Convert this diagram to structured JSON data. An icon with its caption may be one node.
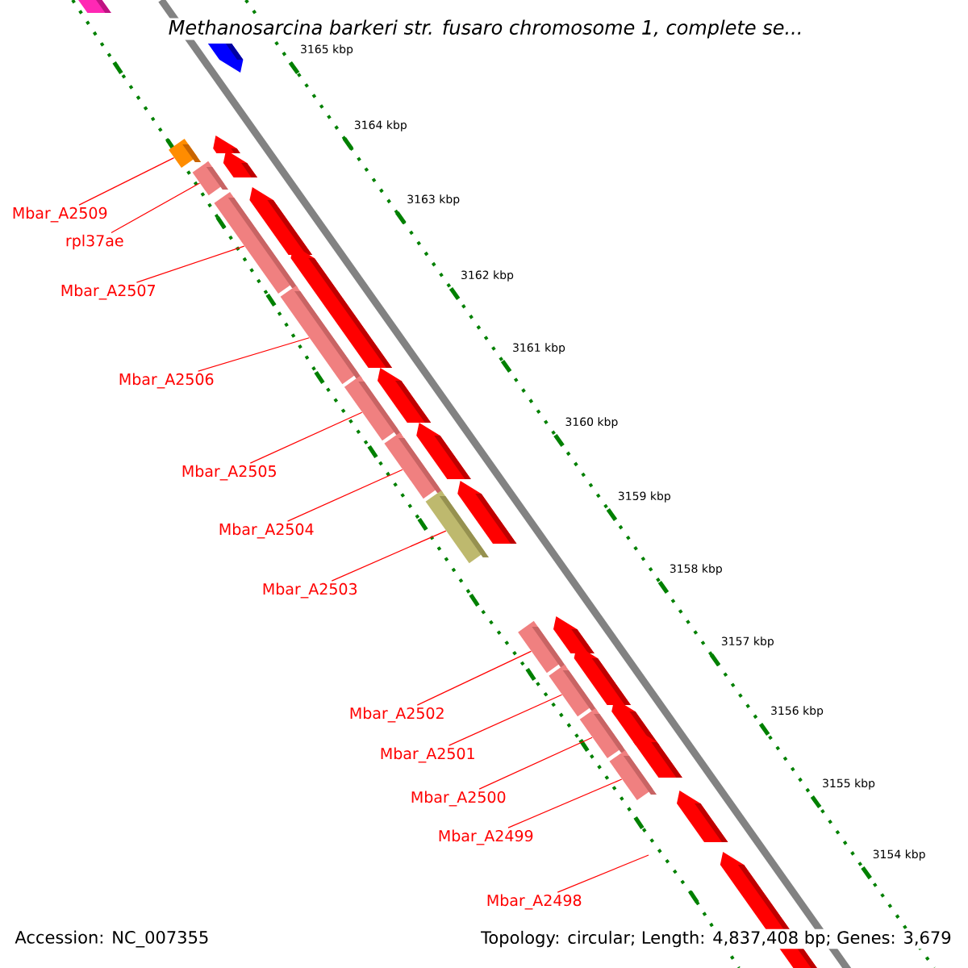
{
  "diagram": {
    "title": "Methanosarcina barkeri str. fusaro chromosome 1, complete se...",
    "nodes": [
      {
        "text": [
          "Mbar_A2509"
        ]
      },
      {
        "text": [
          "rpl37ae"
        ]
      },
      {
        "text": [
          "Mbar_A2507"
        ]
      },
      {
        "text": [
          "Mbar_A2506"
        ]
      },
      {
        "text": [
          "Mbar_A2505"
        ]
      },
      {
        "text": [
          "Mbar_A2504"
        ]
      },
      {
        "text": [
          "Mbar_A2503"
        ]
      },
      {
        "text": [
          "Mbar_A2502"
        ]
      },
      {
        "text": [
          "Mbar_A2501"
        ]
      },
      {
        "text": [
          "Mbar_A2500"
        ]
      },
      {
        "text": [
          "Mbar_A2499"
        ]
      },
      {
        "text": [
          "Mbar_A2498"
        ]
      },
      {
        "text": [],
        "shape": "bar"
      },
      {
        "text": [],
        "shape": "bar"
      },
      {
        "text": [],
        "shape": "bar"
      },
      {
        "text": [],
        "shape": "bar"
      },
      {
        "text": [],
        "shape": "bar"
      },
      {
        "text": [],
        "shape": "bar"
      },
      {
        "text": [],
        "shape": "bar"
      },
      {
        "text": [],
        "shape": "bar"
      },
      {
        "text": [],
        "shape": "bar"
      },
      {
        "text": [],
        "shape": "bar"
      },
      {
        "text": [],
        "shape": "bar"
      }
    ],
    "edges": [
      {
        "from": 0,
        "to": 12,
        "arrow": "none"
      },
      {
        "from": 1,
        "to": 13,
        "arrow": "none"
      },
      {
        "from": 2,
        "to": 14,
        "arrow": "none"
      },
      {
        "from": 3,
        "to": 15,
        "arrow": "none"
      },
      {
        "from": 4,
        "to": 16,
        "arrow": "none"
      },
      {
        "from": 5,
        "to": 17,
        "arrow": "none"
      },
      {
        "from": 6,
        "to": 18,
        "arrow": "none"
      },
      {
        "from": 7,
        "to": 19,
        "arrow": "none"
      },
      {
        "from": 8,
        "to": 20,
        "arrow": "none"
      },
      {
        "from": 9,
        "to": 21,
        "arrow": "none"
      },
      {
        "from": 10,
        "to": 22,
        "arrow": "none"
      },
      {
        "from": 11,
        "to": null,
        "arrow": "none"
      }
    ],
    "labels": [
      "3165 kbp",
      "3164 kbp",
      "3163 kbp",
      "3162 kbp",
      "3161 kbp",
      "3160 kbp",
      "3159 kbp",
      "3158 kbp",
      "3157 kbp",
      "3156 kbp",
      "3155 kbp",
      "3154 kbp",
      "Accession: NC_007355",
      "Topology: circular; Length: 4,837,408 bp; Genes: 3,679"
    ]
  }
}
